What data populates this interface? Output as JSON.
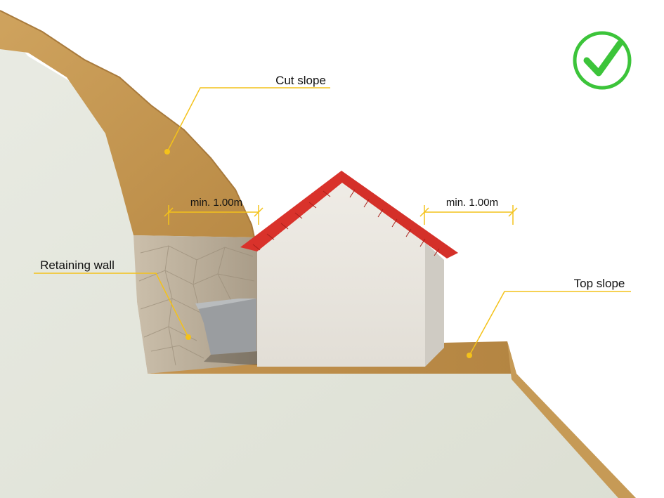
{
  "labels": {
    "cut_slope": "Cut slope",
    "retaining_wall": "Retaining wall",
    "top_slope": "Top slope",
    "clearance_left": "min. 1.00m",
    "clearance_right": "min. 1.00m"
  },
  "icons": {
    "status": "check-circle-icon"
  },
  "colors": {
    "soil": "#c89a55",
    "soil_dark": "#a87a3c",
    "ground": "#e4e6dc",
    "wall_stone": "#bfb39f",
    "house_wall": "#ebe8e1",
    "roof": "#d9322b",
    "leader_line": "#f4c21a",
    "check_green": "#3cc43a"
  }
}
